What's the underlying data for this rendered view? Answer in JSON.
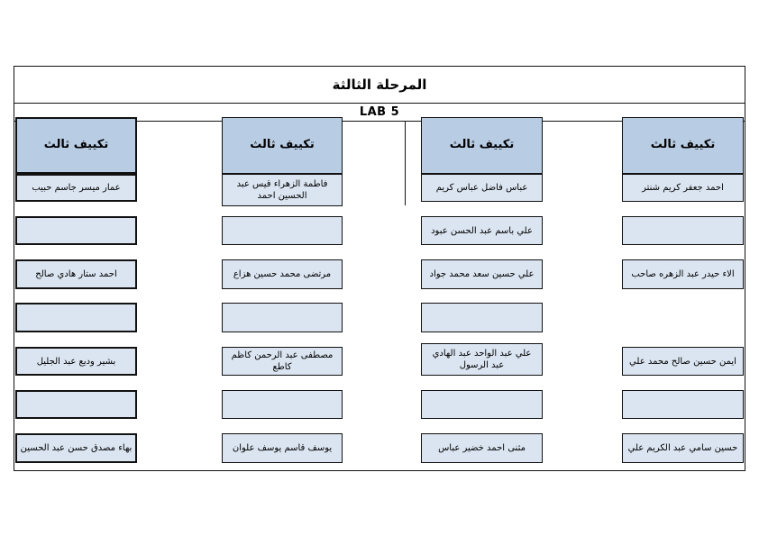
{
  "header": {
    "title": "المرحلة الثالثة",
    "lab": "LAB 5"
  },
  "colors": {
    "header_fill": "#b8cce4",
    "cell_fill": "#dbe5f1",
    "border": "#111111",
    "page_bg": "#ffffff"
  },
  "columns": [
    {
      "position": "leftmost",
      "header": "تكييف ثالث",
      "rows": [
        "عمار ميسر جاسم حبيب",
        "",
        "احمد ستار هادي صالح",
        "",
        "بشير وديع عبد الجليل",
        "",
        "بهاء مصدق حسن عبد الحسين"
      ]
    },
    {
      "position": "center-left",
      "header": "تكييف ثالث",
      "rows": [
        "فاطمة الزهراء قيس عبد الحسين احمد",
        "",
        "مرتضى محمد حسين هزاع",
        "",
        "مصطفى عبد الرحمن كاظم كاطع",
        "",
        "يوسف قاسم يوسف علوان"
      ]
    },
    {
      "position": "center-right",
      "header": "تكييف ثالث",
      "rows": [
        "عباس فاضل عباس كريم",
        "علي باسم عبد الحسن عبود",
        "علي حسين سعد محمد جواد",
        "",
        "علي عبد الواحد عبد الهادي عبد الرسول",
        "",
        "مثنى احمد خضير عباس"
      ]
    },
    {
      "position": "rightmost",
      "header": "تكييف ثالث",
      "rows": [
        "احمد جعفر كريم شنتر",
        "",
        "الاء حيدر عبد الزهره صاحب",
        null,
        "ايمن حسين صالح محمد علي",
        "",
        "حسين سامي عبد الكريم علي"
      ]
    }
  ]
}
